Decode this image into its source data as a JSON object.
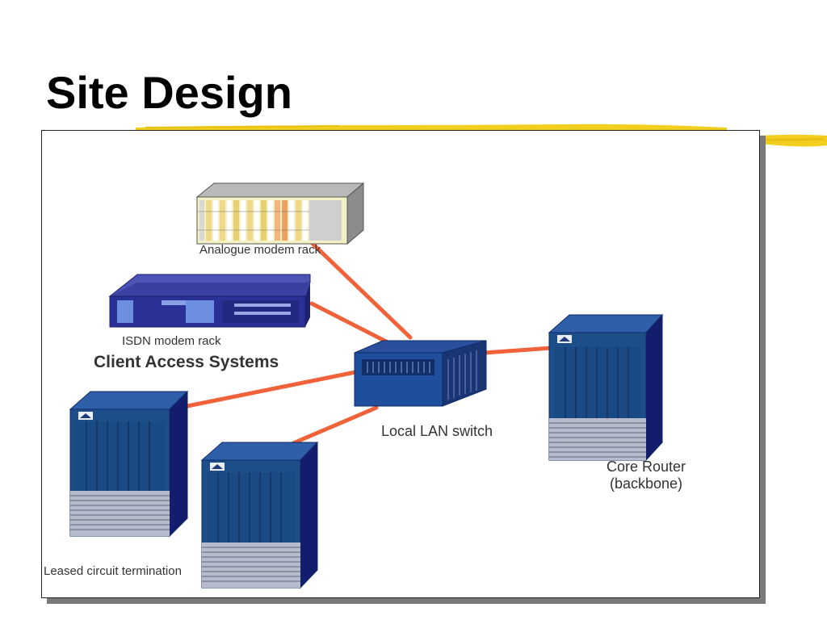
{
  "slide": {
    "title": "Site Design",
    "accent_color": "#f2cf1e"
  },
  "diagram": {
    "link_color": "#f0633a",
    "nodes": {
      "analogue_modem_rack": {
        "label": "Analogue modem rack",
        "icon": "modem-rack-icon"
      },
      "isdn_modem_rack": {
        "label": "ISDN modem rack",
        "icon": "isdn-rack-icon"
      },
      "client_access_systems": {
        "label": "Client Access Systems"
      },
      "local_lan_switch": {
        "label": "Local LAN switch",
        "icon": "lan-switch-icon"
      },
      "core_router": {
        "label_line1": "Core Router",
        "label_line2": "(backbone)",
        "icon": "router-chassis-icon"
      },
      "leased_circuit_termination": {
        "label": "Leased circuit termination",
        "icon": "router-chassis-icon"
      }
    },
    "edges": [
      {
        "from": "analogue_modem_rack",
        "to": "local_lan_switch"
      },
      {
        "from": "isdn_modem_rack",
        "to": "local_lan_switch"
      },
      {
        "from": "leased_circuit_termination",
        "to": "local_lan_switch"
      },
      {
        "from": "leased_circuit_termination",
        "to": "local_lan_switch"
      },
      {
        "from": "local_lan_switch",
        "to": "core_router"
      }
    ]
  }
}
